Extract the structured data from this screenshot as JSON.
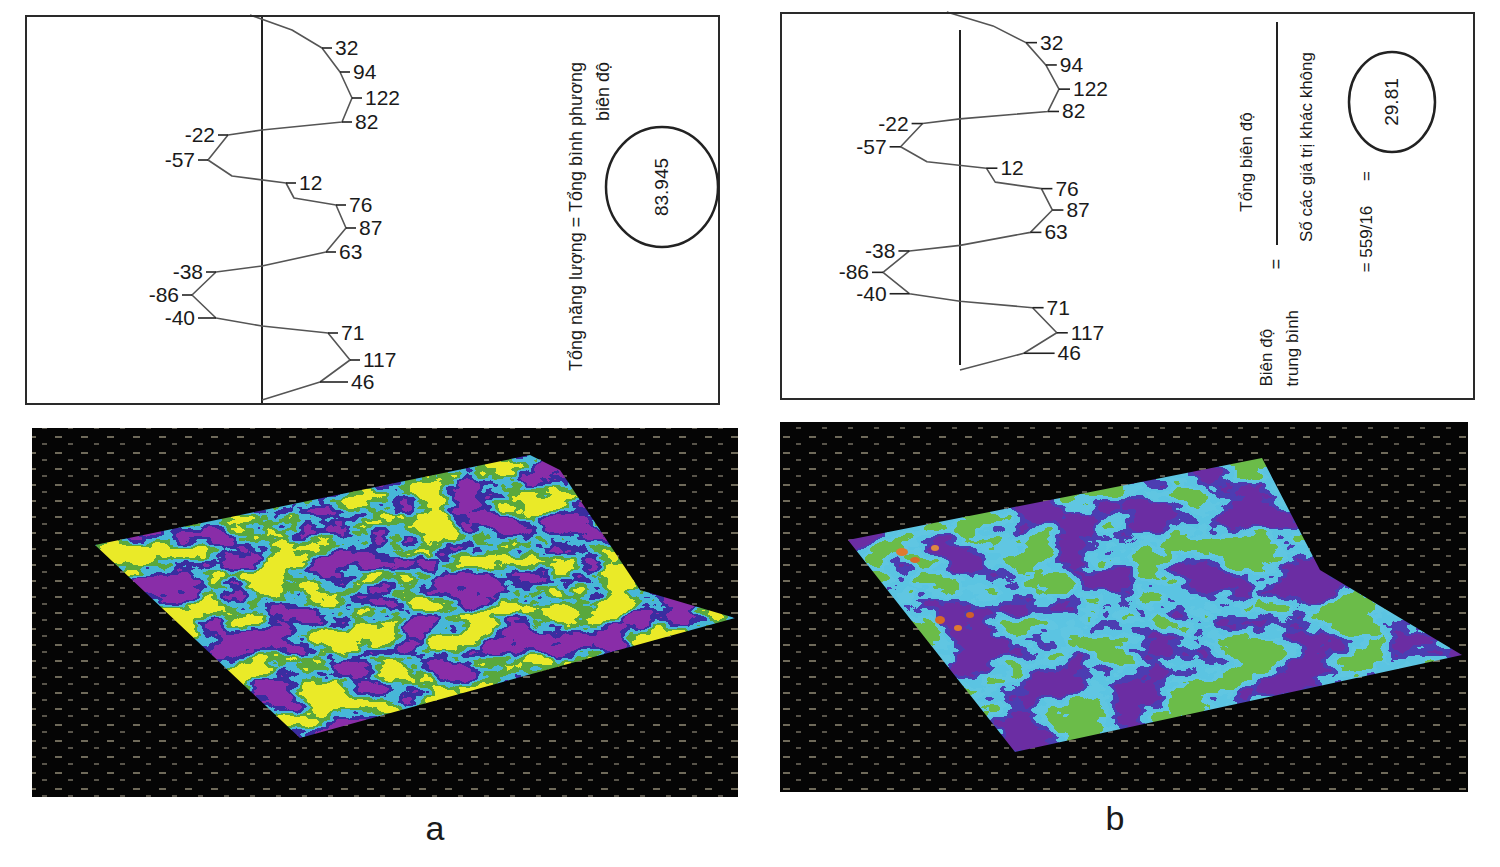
{
  "diagram": {
    "nodes": [
      {
        "text": [
          "Tổng năng lượng = Tổng bình phương biên độ"
        ]
      },
      {
        "text": [
          "83.945"
        ],
        "in": 0
      },
      {
        "text": [
          "Biên độ trung bình",
          "=",
          "Tổng biên độ",
          "Số các giá trị khác không",
          "= 559/16",
          "="
        ]
      },
      {
        "text": [
          "29.81"
        ],
        "in": 2
      }
    ],
    "labels": [
      "32",
      "94",
      "122",
      "82",
      "-22",
      "-57",
      "12",
      "76",
      "87",
      "63",
      "-38",
      "-86",
      "-40",
      "71",
      "117",
      "46",
      "32",
      "94",
      "122",
      "82",
      "-22",
      "-57",
      "12",
      "76",
      "87",
      "63",
      "-38",
      "-86",
      "-40",
      "71",
      "117",
      "46",
      "a",
      "b"
    ]
  }
}
